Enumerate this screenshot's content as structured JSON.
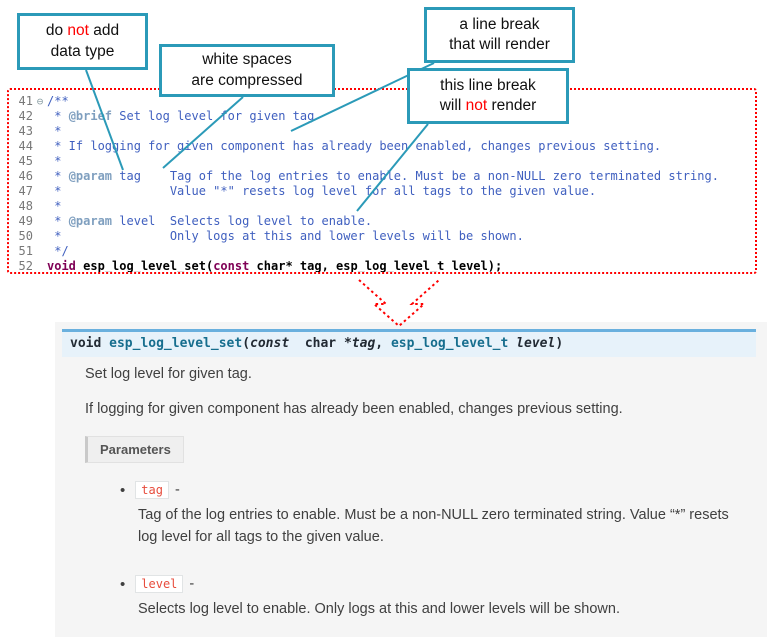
{
  "colors": {
    "callout-border": "#2b9ab8",
    "annotation-red": "#ff0000",
    "comment-blue": "#3f5fbf",
    "doc-tag-blue": "#7f9fbf",
    "keyword-purple": "#7f0055",
    "line-number-gray": "#787878",
    "sig-bar-bg": "#e7f2fa",
    "sig-bar-border": "#6ab0de",
    "sig-teal": "#176e8e",
    "panel-bg": "#f5f5f5",
    "body-text": "#404040",
    "param-red": "#e74c3c",
    "param-box-border": "#e1e4e5"
  },
  "callouts": [
    {
      "name": "do-not-add-data-type",
      "lines": [
        [
          {
            "t": "do "
          },
          {
            "t": "not",
            "red": true
          },
          {
            "t": " add"
          }
        ],
        [
          {
            "t": "data type"
          }
        ]
      ]
    },
    {
      "name": "white-spaces-compressed",
      "lines": [
        [
          {
            "t": "white spaces"
          }
        ],
        [
          {
            "t": "are  compressed"
          }
        ]
      ]
    },
    {
      "name": "line-break-renders",
      "lines": [
        [
          {
            "t": "a line break"
          }
        ],
        [
          {
            "t": "that will render"
          }
        ]
      ]
    },
    {
      "name": "line-break-not-render",
      "lines": [
        [
          {
            "t": "this line break"
          }
        ],
        [
          {
            "t": "will "
          },
          {
            "t": "not",
            "red": true
          },
          {
            "t": " render"
          }
        ]
      ]
    }
  ],
  "editor": {
    "lines": [
      {
        "n": "41",
        "fold": "⊖",
        "runs": [
          {
            "t": "/**",
            "c": "cmt"
          }
        ]
      },
      {
        "n": "42",
        "runs": [
          {
            "t": " * ",
            "c": "cmt"
          },
          {
            "t": "@brief",
            "c": "tag"
          },
          {
            "t": " Set log level for given tag",
            "c": "cmt"
          }
        ]
      },
      {
        "n": "43",
        "runs": [
          {
            "t": " *",
            "c": "cmt"
          }
        ]
      },
      {
        "n": "44",
        "runs": [
          {
            "t": " * If logging for given component has already been enabled, changes previous setting.",
            "c": "cmt"
          }
        ]
      },
      {
        "n": "45",
        "runs": [
          {
            "t": " *",
            "c": "cmt"
          }
        ]
      },
      {
        "n": "46",
        "runs": [
          {
            "t": " * ",
            "c": "cmt"
          },
          {
            "t": "@param",
            "c": "tag"
          },
          {
            "t": " tag    Tag of the log entries to enable. Must be a non-NULL zero terminated string.",
            "c": "cmt"
          }
        ]
      },
      {
        "n": "47",
        "runs": [
          {
            "t": " *               Value \"*\" resets log level for all tags to the given value.",
            "c": "cmt"
          }
        ]
      },
      {
        "n": "48",
        "runs": [
          {
            "t": " *",
            "c": "cmt"
          }
        ]
      },
      {
        "n": "49",
        "runs": [
          {
            "t": " * ",
            "c": "cmt"
          },
          {
            "t": "@param",
            "c": "tag"
          },
          {
            "t": " level  Selects log level to enable.",
            "c": "cmt"
          }
        ]
      },
      {
        "n": "50",
        "runs": [
          {
            "t": " *               Only logs at this and lower levels will be shown.",
            "c": "cmt"
          }
        ]
      },
      {
        "n": "51",
        "runs": [
          {
            "t": " */",
            "c": "cmt"
          }
        ]
      },
      {
        "n": "52",
        "runs": [
          {
            "t": "void",
            "c": "kw"
          },
          {
            "t": " ",
            "c": "decl"
          },
          {
            "t": "esp_log_level_set",
            "c": "fn"
          },
          {
            "t": "(",
            "c": "decl"
          },
          {
            "t": "const",
            "c": "kw"
          },
          {
            "t": " char* tag, esp_log_level_t level);",
            "c": "decl"
          }
        ]
      }
    ]
  },
  "doc": {
    "signature": [
      {
        "t": "void ",
        "c": "kw"
      },
      {
        "t": "esp_log_level_set",
        "c": "name"
      },
      {
        "t": "(",
        "c": "pln"
      },
      {
        "t": "const",
        "c": "kwit"
      },
      {
        "t": "  char *",
        "c": "pln"
      },
      {
        "t": "tag",
        "c": "var"
      },
      {
        "t": ", ",
        "c": "pln"
      },
      {
        "t": "esp_log_level_t ",
        "c": "type"
      },
      {
        "t": "level",
        "c": "var"
      },
      {
        "t": ")",
        "c": "pln"
      }
    ],
    "brief": "Set log level for given tag.",
    "detail": "If logging for given component has already been enabled, changes previous setting.",
    "parameters_label": "Parameters",
    "params": [
      {
        "name": "tag",
        "desc": "Tag of the log entries to enable. Must be a non-NULL zero terminated string. Value “*” resets log level for all tags to the given value."
      },
      {
        "name": "level",
        "desc": "Selects log level to enable. Only logs at this and lower levels will be shown."
      }
    ]
  }
}
